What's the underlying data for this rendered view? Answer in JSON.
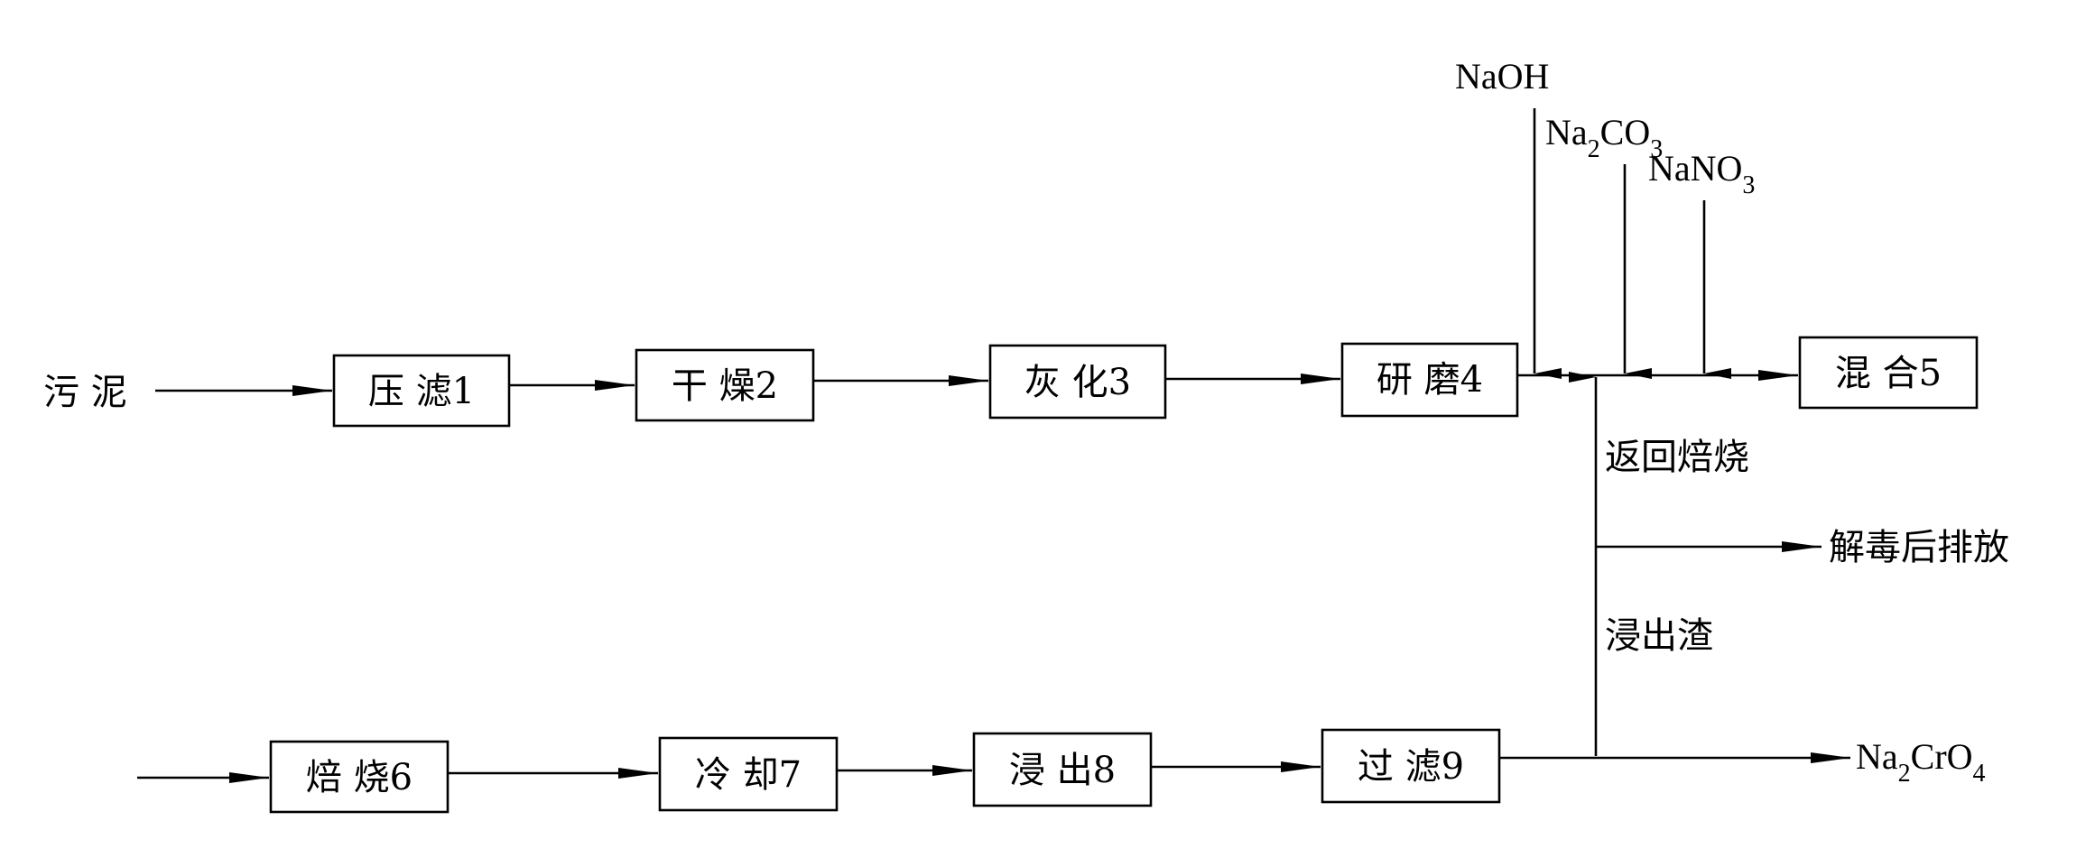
{
  "inputs": {
    "sludge": "污 泥",
    "naoh": "NaOH",
    "na2co3": {
      "a": "Na",
      "b": "2",
      "c": "CO",
      "d": "3"
    },
    "nano3": {
      "a": "NaNO",
      "b": "3"
    }
  },
  "steps": [
    {
      "id": "press_filter",
      "label": "压 滤1"
    },
    {
      "id": "dry",
      "label": "干 燥2"
    },
    {
      "id": "ash",
      "label": "灰 化3"
    },
    {
      "id": "grind",
      "label": "研 磨4"
    },
    {
      "id": "mix",
      "label": "混 合5"
    },
    {
      "id": "roast",
      "label": "焙 烧6"
    },
    {
      "id": "cool",
      "label": "冷 却7"
    },
    {
      "id": "leach",
      "label": "浸 出8"
    },
    {
      "id": "filter",
      "label": "过 滤9"
    }
  ],
  "labels": {
    "return_roast": "返回焙烧",
    "detox_discharge": "解毒后排放",
    "leach_residue": "浸出渣"
  },
  "product": {
    "a": "Na",
    "b": "2",
    "c": "CrO",
    "d": "4"
  }
}
